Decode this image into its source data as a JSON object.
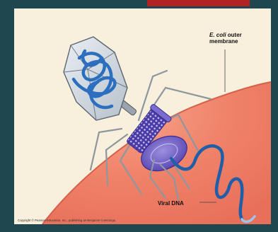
{
  "labels": {
    "membrane_line1_species": "E. coli",
    "membrane_line1_rest": " outer",
    "membrane_line2": "membrane",
    "viral_dna": "Viral DNA"
  },
  "copyright": "Copyright © Pearson Education, Inc., publishing as Benjamin Cummings.",
  "colors": {
    "background": "#1e4750",
    "accent_bar": "#b22222",
    "panel": "#f8efdc",
    "cell": "#f2866c",
    "dna": "#2c6fbf",
    "tail": "#5b4fb8"
  }
}
